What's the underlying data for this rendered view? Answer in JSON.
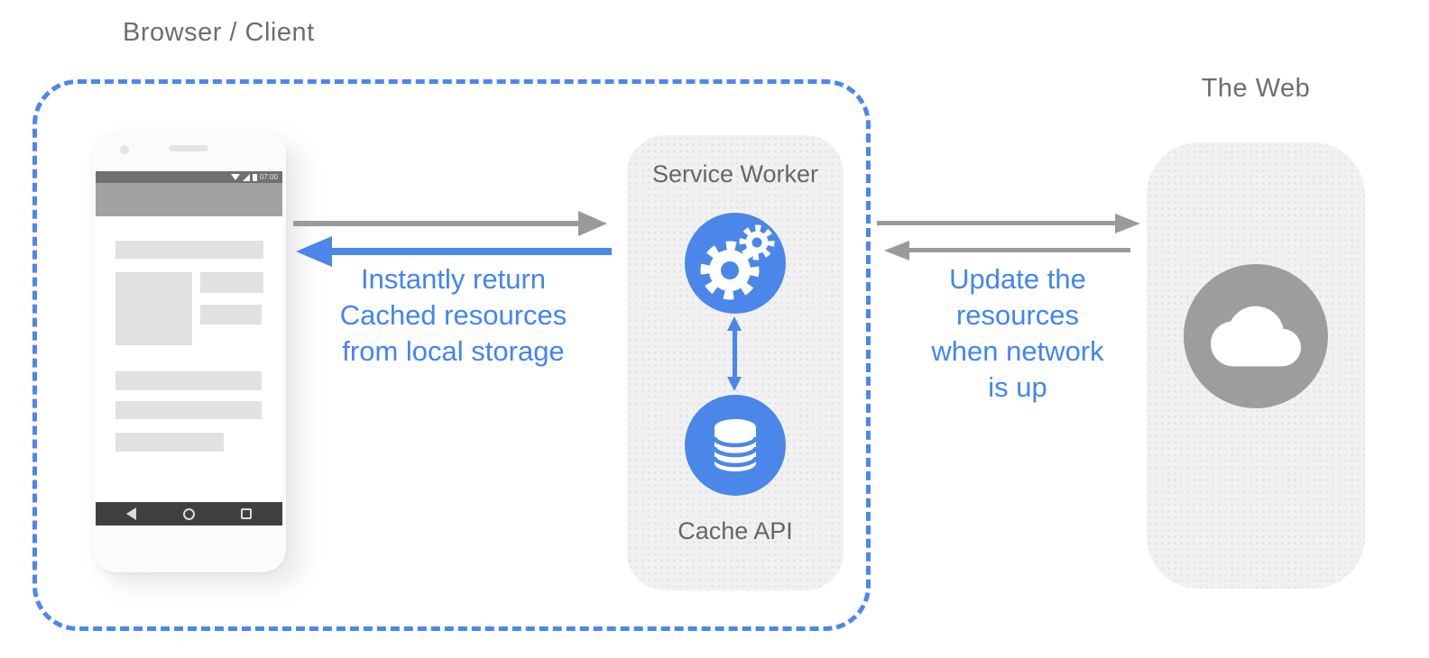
{
  "labels": {
    "browser_client": "Browser / Client",
    "service_worker": "Service Worker",
    "cache_api": "Cache API",
    "the_web": "The Web"
  },
  "annotations": {
    "cache_return": {
      "lines": [
        "Instantly return",
        "Cached resources",
        "from local storage"
      ]
    },
    "network_update": {
      "lines": [
        "Update the",
        "resources",
        "when network",
        "is up"
      ]
    }
  },
  "phone": {
    "status_time": "07:00"
  },
  "icons": {
    "gears-icon": "⚙",
    "database-icon": "🛢",
    "cloud-icon": "☁",
    "wifi-icon": "▼",
    "signal-icon": "◢",
    "battery-icon": "▮",
    "back-icon": "◁",
    "home-icon": "○",
    "recents-icon": "□"
  },
  "colors": {
    "accent_blue": "#4285f4",
    "circle_blue": "#4a87e8",
    "dash_blue": "#4c87ec",
    "arrow_gray": "#9a9a9a",
    "box_gray": "#f1f1f2",
    "text_gray": "#6e6e6e",
    "web_circle_gray": "#9d9d9d",
    "placeholder_gray": "#e1e1e3"
  }
}
